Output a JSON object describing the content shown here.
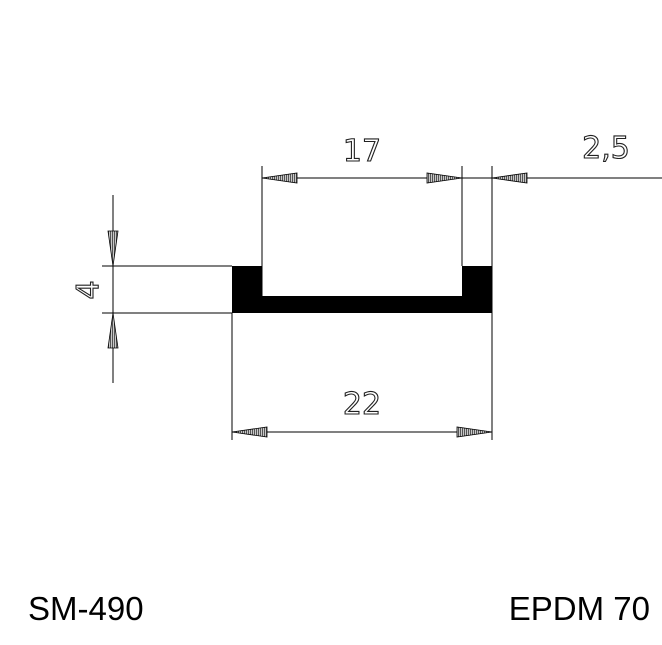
{
  "drawing": {
    "part_code": "SM-490",
    "material": "EPDM 70",
    "dimensions": {
      "inner_width": "17",
      "wall_thickness": "2,5",
      "height": "4",
      "overall_width": "22"
    },
    "colors": {
      "profile": "#000000",
      "arrow_fill": "#9a9a9a",
      "line": "#000000"
    }
  }
}
